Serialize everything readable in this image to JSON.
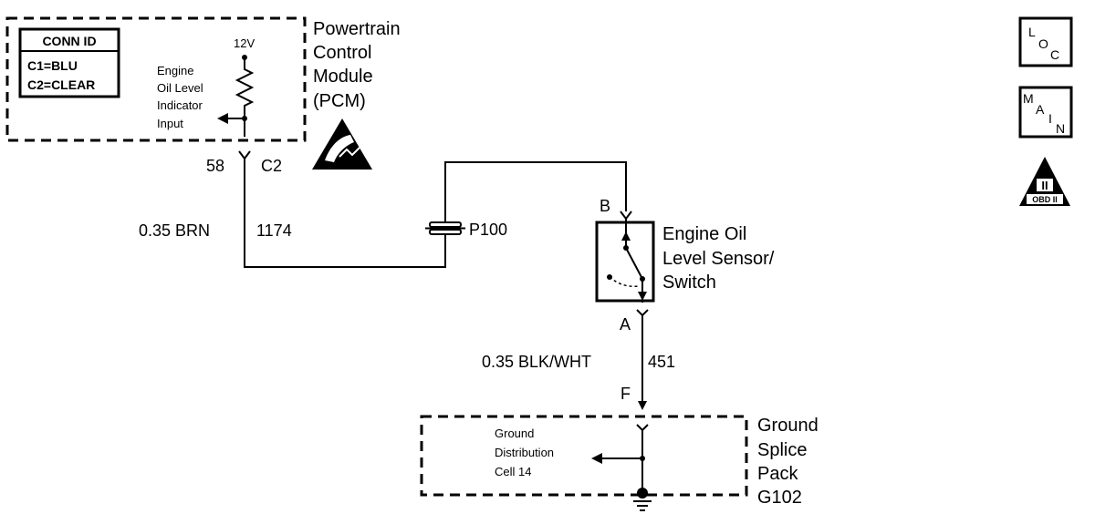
{
  "pcm": {
    "name_lines": [
      "Powertrain",
      "Control",
      "Module",
      "(PCM)"
    ],
    "conn_id": {
      "header": "CONN ID",
      "rows": [
        "C1=BLU",
        "C2=CLEAR"
      ]
    },
    "supply_voltage": "12V",
    "input_label_lines": [
      "Engine",
      "Oil Level",
      "Indicator",
      "Input"
    ],
    "pin": "58",
    "connector": "C2"
  },
  "wire_top": {
    "gauge_color": "0.35 BRN",
    "circuit": "1174"
  },
  "inline_connector": "P100",
  "sensor": {
    "name_lines": [
      "Engine Oil",
      "Level Sensor/",
      "Switch"
    ],
    "pin_top": "B",
    "pin_bottom": "A"
  },
  "wire_bottom": {
    "gauge_color": "0.35 BLK/WHT",
    "circuit": "451"
  },
  "ground_pack": {
    "pin": "F",
    "cell_label_lines": [
      "Ground",
      "Distribution",
      "Cell 14"
    ],
    "name_lines": [
      "Ground",
      "Splice",
      "Pack",
      "G102"
    ]
  },
  "legend": {
    "loc": [
      "L",
      "O",
      "C"
    ],
    "main": [
      "M",
      "A",
      "I",
      "N"
    ],
    "obd": {
      "numeral": "II",
      "text": "OBD II"
    }
  },
  "esd_icon": "esd-sensitive-icon"
}
